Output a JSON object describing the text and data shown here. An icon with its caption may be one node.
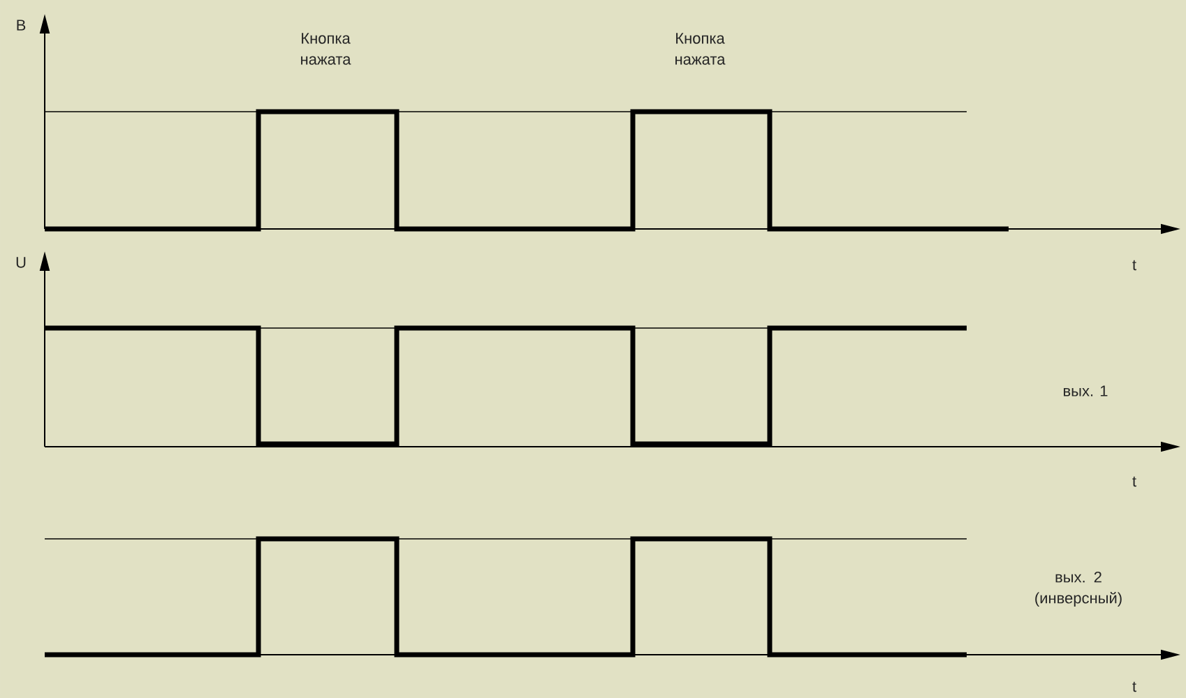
{
  "diagram": {
    "labels": [
      "B",
      "Кнопка нажата",
      "Кнопка нажата",
      "U",
      "t",
      "вых. 1",
      "t",
      "вых. 2 (инверсный)",
      "t"
    ]
  }
}
